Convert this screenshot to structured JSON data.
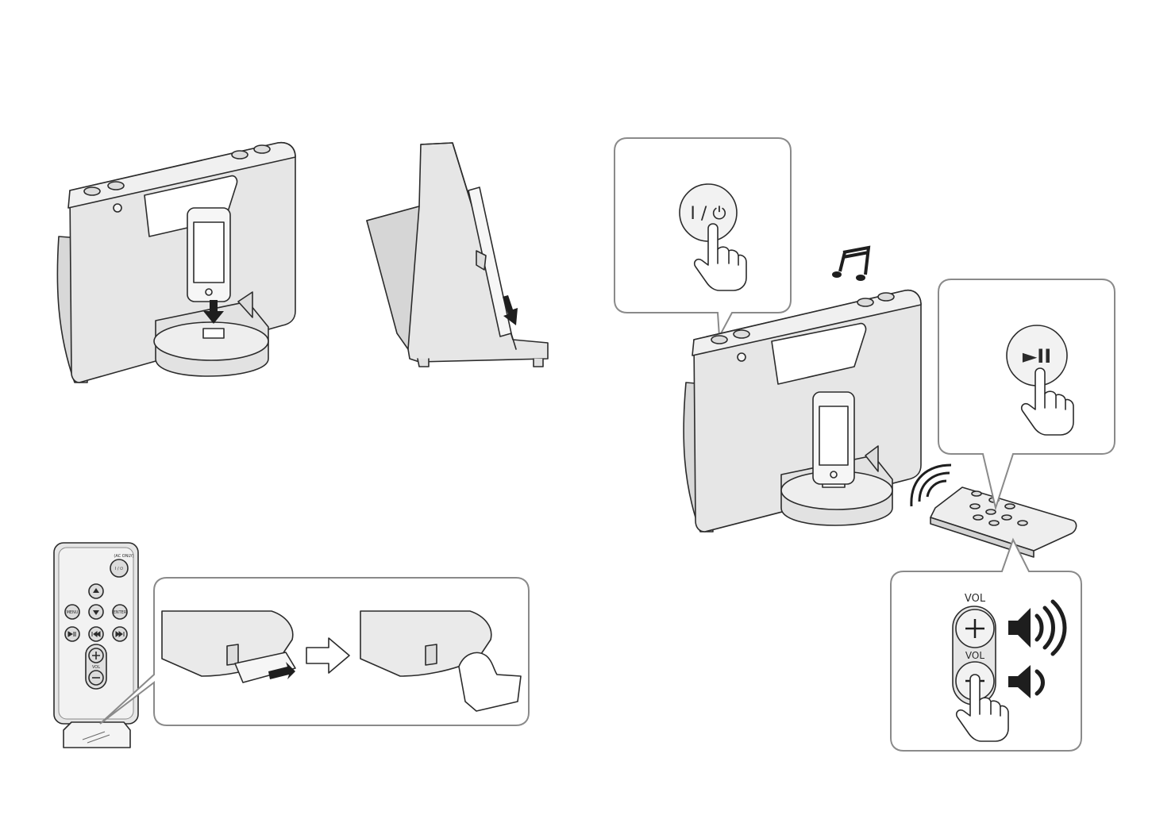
{
  "remote_full": {
    "ac_only_label": "(AC ONLY)",
    "power_label": "I / ⏻",
    "menu_label": "MENU",
    "enter_label": "ENTER",
    "vol_label": "VOL"
  },
  "callout_power": {
    "label": "I / ⏻"
  },
  "callout_play": {
    "label": "►II"
  },
  "callout_volume": {
    "vol_up_label": "VOL",
    "vol_down_label": "VOL"
  },
  "colors": {
    "device_gray": "#e4e4e4",
    "device_shadow": "#d2d2d2",
    "outline": "#2b2b2b",
    "callout_border": "#8a8a8a"
  }
}
